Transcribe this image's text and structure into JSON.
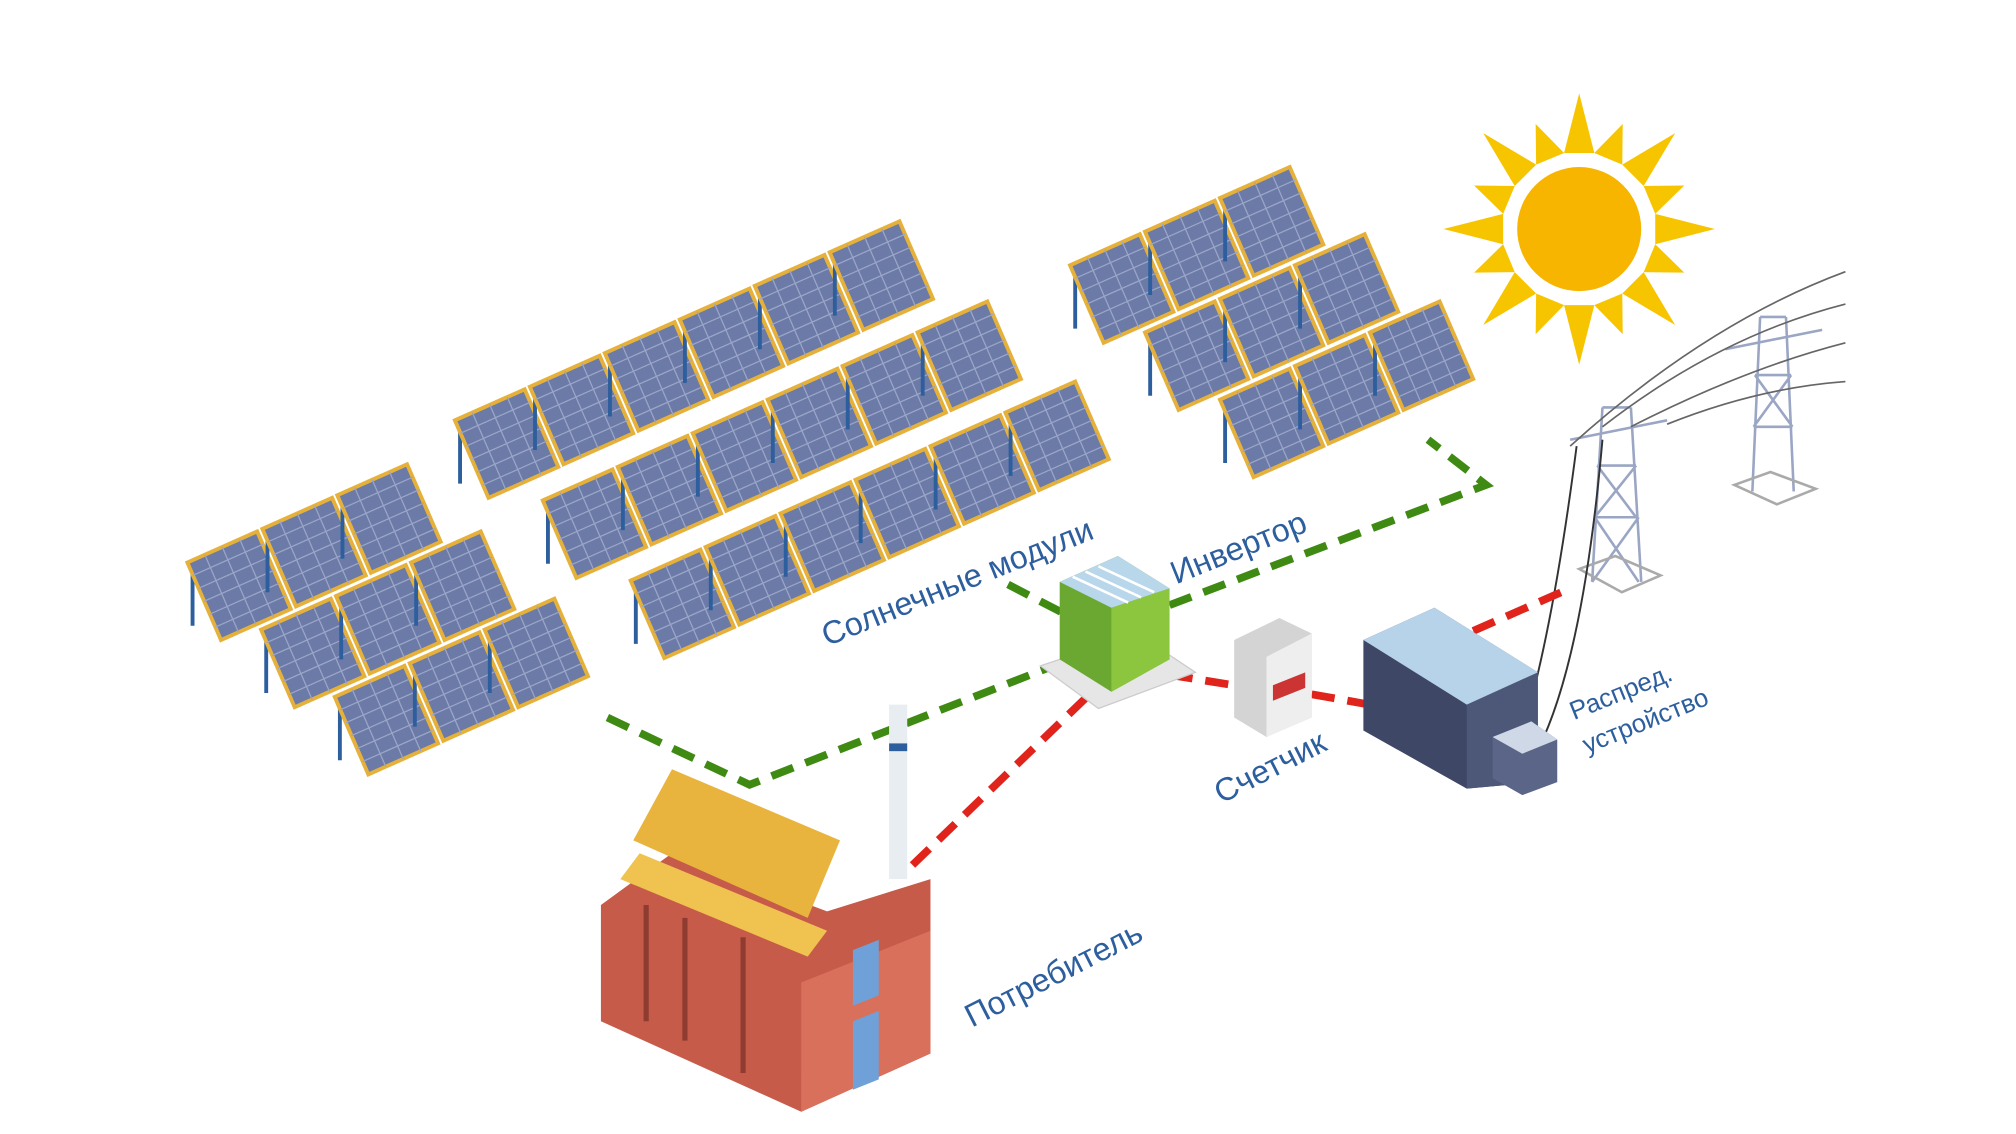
{
  "labels": {
    "solar_modules": "Солнечные модули",
    "inverter": "Инвертор",
    "meter": "Счетчик",
    "distribution_line1": "Распред.",
    "distribution_line2": "устройство",
    "consumer": "Потребитель"
  },
  "colors": {
    "dc_line": "#3f8a12",
    "ac_line": "#e0231b",
    "label": "#2d5f9e",
    "sun": "#f7b500",
    "panel": "#6b7aa6",
    "panel_frame": "#e6b13a"
  }
}
